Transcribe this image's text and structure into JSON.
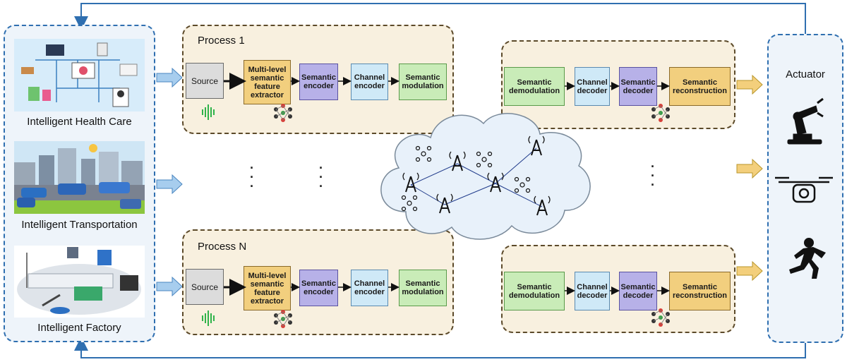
{
  "left_panel": {
    "scenarios": [
      {
        "label": "Intelligent Health Care"
      },
      {
        "label": "Intelligent Transportation"
      },
      {
        "label": "Intelligent Factory"
      }
    ]
  },
  "transmitters": [
    {
      "title": "Process 1",
      "source": "Source",
      "extractor": "Multi-level semantic feature extractor",
      "encoder": "Semantic encoder",
      "channel_encoder": "Channel encoder",
      "modulation": "Semantic modulation"
    },
    {
      "title": "Process N",
      "source": "Source",
      "extractor": "Multi-level semantic feature extractor",
      "encoder": "Semantic encoder",
      "channel_encoder": "Channel encoder",
      "modulation": "Semantic modulation"
    }
  ],
  "receivers": [
    {
      "demodulation": "Semantic demodulation",
      "channel_decoder": "Channel decoder",
      "decoder": "Semantic decoder",
      "reconstruction": "Semantic reconstruction"
    },
    {
      "demodulation": "Semantic demodulation",
      "channel_decoder": "Channel decoder",
      "decoder": "Semantic decoder",
      "reconstruction": "Semantic reconstruction"
    }
  ],
  "actuator": {
    "title": "Actuator",
    "icons": [
      "robot-arm-icon",
      "drone-icon",
      "running-person-icon"
    ]
  },
  "icons": {
    "sound_wave": "sound-wave-icon",
    "neural_net": "neural-network-icon",
    "tower": "cell-tower-icon",
    "uav": "uav-icon",
    "cloud": "network-cloud-icon"
  },
  "colors": {
    "frame_blue": "#2f6fb0",
    "process_border": "#5c4a2a",
    "process_fill": "#f8f0df",
    "arrow_blue": "#a7cdee",
    "arrow_gold": "#f3cf7c",
    "cloud_fill": "#e8f1fa"
  }
}
